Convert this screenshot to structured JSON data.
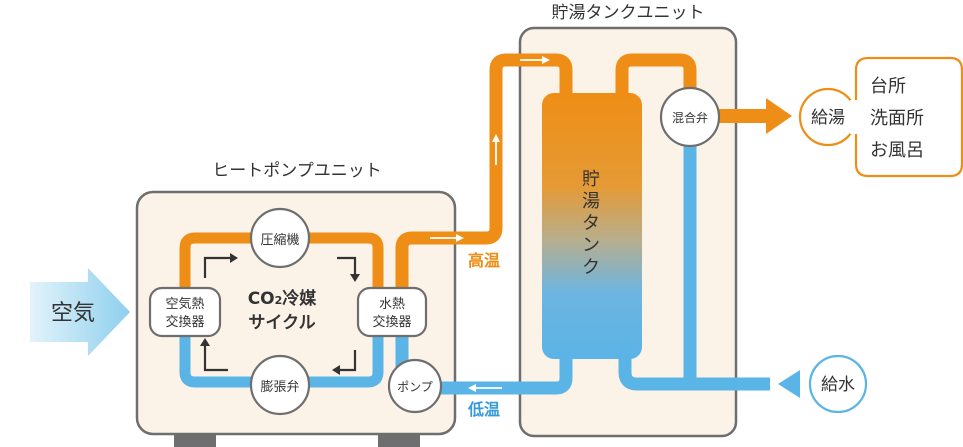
{
  "titles": {
    "tank_unit": "貯湯タンクユニット",
    "heat_pump_unit": "ヒートポンプユニット"
  },
  "inputs": {
    "air": "空気",
    "water_supply": "給水"
  },
  "heat_pump": {
    "compressor": "圧縮機",
    "air_heat_exchanger_line1": "空気熱",
    "air_heat_exchanger_line2": "交換器",
    "water_heat_exchanger_line1": "水熱",
    "water_heat_exchanger_line2": "交換器",
    "expansion_valve": "膨張弁",
    "refrigerant_line1": "CO",
    "refrigerant_sub": "2",
    "refrigerant_line1_rest": "冷媒",
    "refrigerant_line2": "サイクル",
    "pump": "ポンプ"
  },
  "pipes": {
    "high_temp": "高温",
    "low_temp": "低温"
  },
  "tank": {
    "label_chars": [
      "貯",
      "湯",
      "タ",
      "ン",
      "ク"
    ],
    "mixing_valve": "混合弁"
  },
  "outputs": {
    "hot_water_supply": "給湯",
    "destinations": [
      "台所",
      "洗面所",
      "お風呂"
    ]
  },
  "colors": {
    "hot": "#EE8E16",
    "cold": "#5BB4E6",
    "unit_fill": "#FCF3E8",
    "unit_stroke": "#6E6E6E",
    "air_arrow": "#A8D8F0"
  }
}
